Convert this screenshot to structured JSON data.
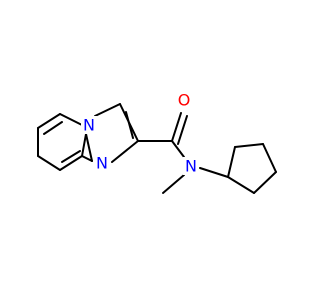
{
  "molecule": {
    "atoms": {
      "pyridine_n": {
        "symbol": "N",
        "color": "#0000ff"
      },
      "imidazole_n": {
        "symbol": "N",
        "color": "#0000ff"
      },
      "carbonyl_o": {
        "symbol": "O",
        "color": "#ff0000"
      },
      "amide_n": {
        "symbol": "N",
        "color": "#0000ff"
      }
    },
    "bond_color": "#000000",
    "background": "#ffffff"
  }
}
